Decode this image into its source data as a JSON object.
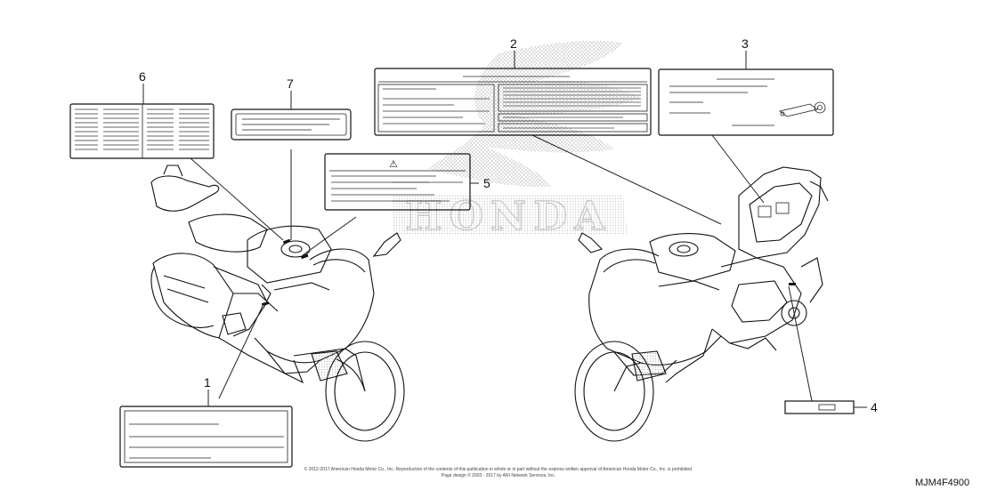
{
  "callouts": [
    {
      "id": "1",
      "label": "1"
    },
    {
      "id": "2",
      "label": "2"
    },
    {
      "id": "3",
      "label": "3"
    },
    {
      "id": "4",
      "label": "4"
    },
    {
      "id": "5",
      "label": "5"
    },
    {
      "id": "6",
      "label": "6"
    },
    {
      "id": "7",
      "label": "7"
    }
  ],
  "warning_symbol": "⚠",
  "watermark": "HONDA",
  "copyright_line1": "© 2012-2017 American Honda Motor Co., Inc. Reproduction of the contents of this publication in whole or in part without the express written approval of American Honda Motor Co., Inc. is prohibited.",
  "copyright_line2": "Page design © 2003 - 2017 by ARI Network Services, Inc.",
  "diagram_code": "MJM4F4900"
}
